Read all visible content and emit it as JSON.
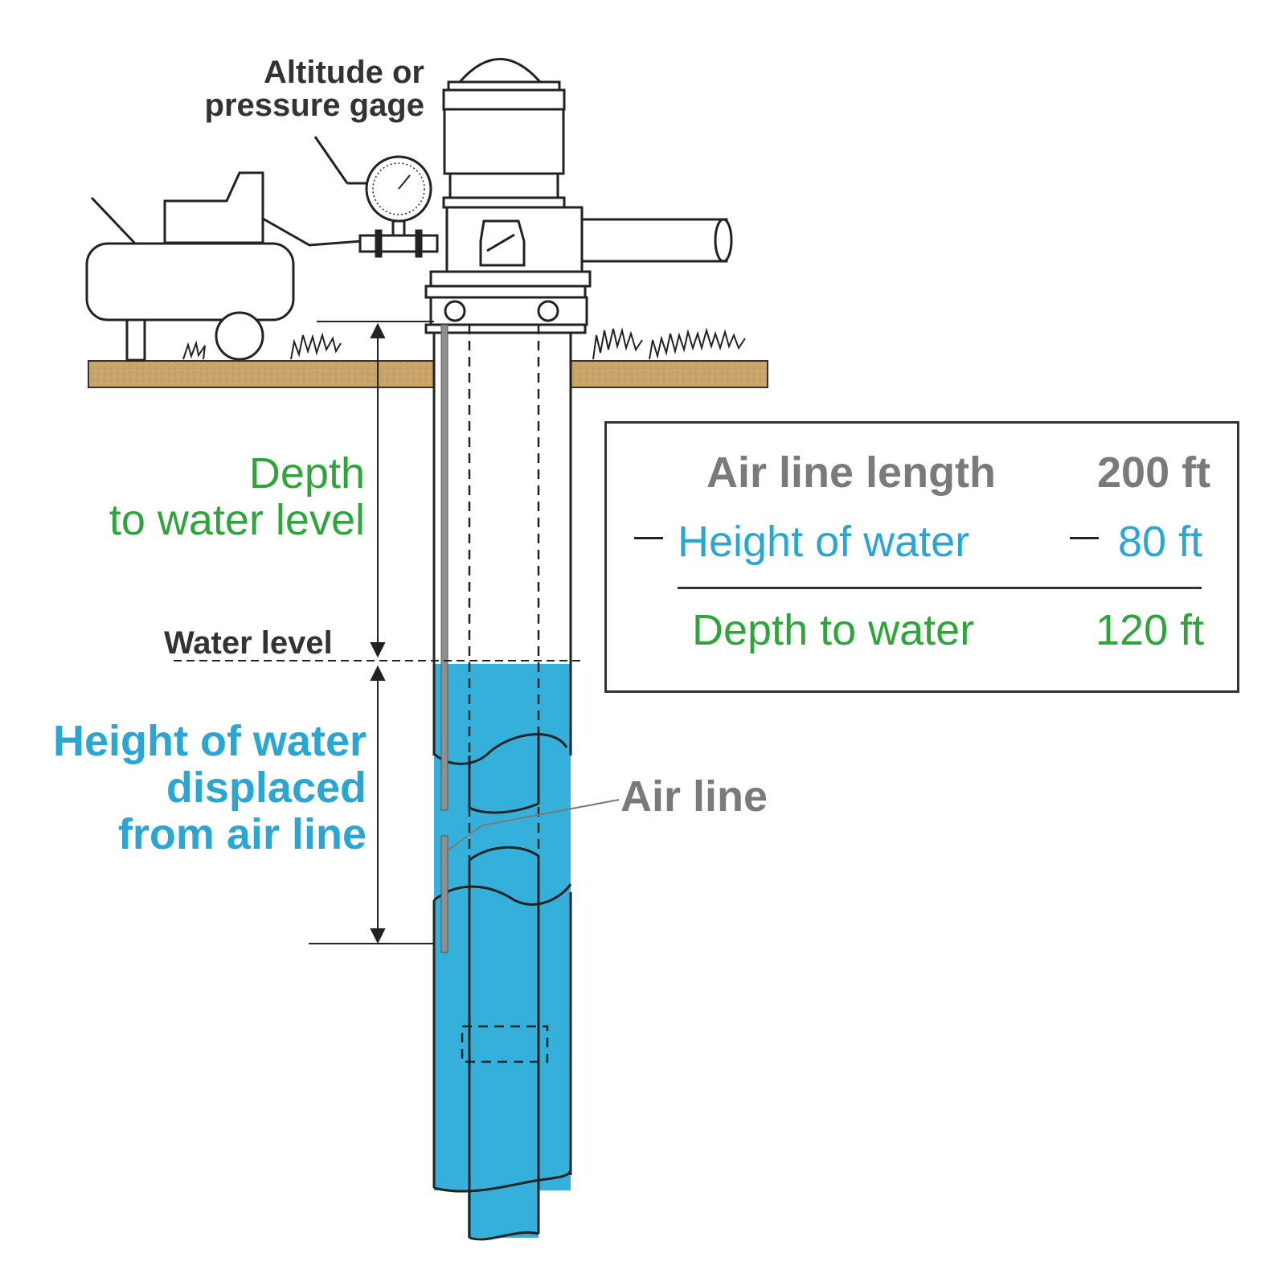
{
  "labels": {
    "gage": [
      "Altitude or",
      "pressure gage"
    ],
    "depth_to_water_level": [
      "Depth",
      "to water level"
    ],
    "water_level": "Water level",
    "height_displaced": [
      "Height of water",
      "displaced",
      "from air line"
    ],
    "air_line": "Air line"
  },
  "calc_box": {
    "rows": [
      {
        "label": "Air line length",
        "value": "200 ft"
      },
      {
        "label": "Height of water",
        "value": "80 ft"
      },
      {
        "label": "Depth to water",
        "value": "120 ft"
      }
    ],
    "minus_sign": "–"
  },
  "colors": {
    "green": "#2ea43a",
    "blue": "#2aa6d4",
    "gray": "#7a7a7a",
    "dark": "#333333",
    "water": "#34b0da",
    "soil": "#c9a46a"
  }
}
